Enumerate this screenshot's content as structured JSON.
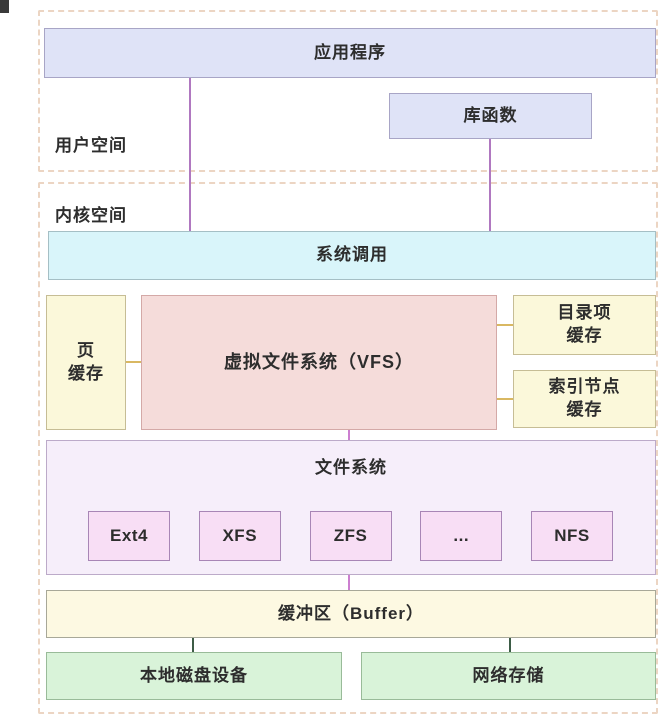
{
  "regions": {
    "user_space_label": "用户空间",
    "kernel_space_label": "内核空间"
  },
  "nodes": {
    "application": "应用程序",
    "library": "库函数",
    "syscall": "系统调用",
    "page_cache": {
      "line1": "页",
      "line2": "缓存"
    },
    "vfs": "虚拟文件系统（VFS）",
    "dentry_cache": {
      "line1": "目录项",
      "line2": "缓存"
    },
    "inode_cache": {
      "line1": "索引节点",
      "line2": "缓存"
    },
    "filesystem": "文件系统",
    "fs_types": [
      "Ext4",
      "XFS",
      "ZFS",
      "...",
      "NFS"
    ],
    "buffer": "缓冲区（Buffer）",
    "local_disk": "本地磁盘设备",
    "network_storage": "网络存储"
  },
  "colors": {
    "lavender_fill": "#dfe3f7",
    "cyan_fill": "#d9f5fa",
    "yellow_fill": "#fbf8da",
    "vfs_pink_fill": "#f5dcda",
    "fs_panel_fill": "#f6eefa",
    "fs_inner_fill": "#f8def5",
    "buffer_fill": "#fdf9e2",
    "green_fill": "#d9f3d9",
    "dashed_border": "#ecd5c3",
    "purple_line": "#b078c0",
    "magenta_line": "#cc7fd0",
    "gold_line": "#d9b862",
    "green_line": "#3d5c46"
  }
}
